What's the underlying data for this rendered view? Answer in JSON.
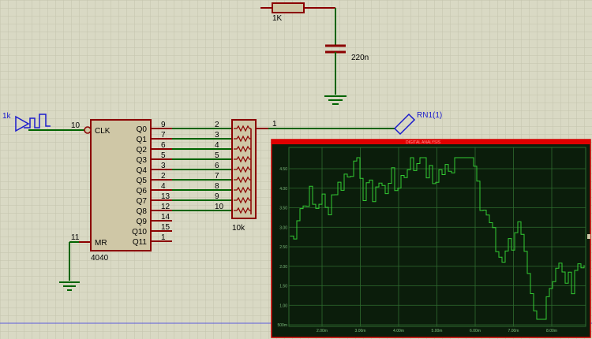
{
  "resistor_top": {
    "label": "1K"
  },
  "capacitor": {
    "label": "220n"
  },
  "generator": {
    "label": "1k"
  },
  "chip": {
    "name": "4040",
    "inputs": [
      {
        "pin": "10",
        "name": "CLK"
      },
      {
        "pin": "11",
        "name": "MR"
      }
    ],
    "outputs": [
      {
        "name": "Q0",
        "pin": "9"
      },
      {
        "name": "Q1",
        "pin": "7"
      },
      {
        "name": "Q2",
        "pin": "6"
      },
      {
        "name": "Q3",
        "pin": "5"
      },
      {
        "name": "Q4",
        "pin": "3"
      },
      {
        "name": "Q5",
        "pin": "2"
      },
      {
        "name": "Q6",
        "pin": "4"
      },
      {
        "name": "Q7",
        "pin": "13"
      },
      {
        "name": "Q8",
        "pin": "12"
      },
      {
        "name": "Q9",
        "pin": "14"
      },
      {
        "name": "Q10",
        "pin": "15"
      },
      {
        "name": "Q11",
        "pin": "1"
      }
    ]
  },
  "resistor_network": {
    "label": "10k",
    "pins": [
      "2",
      "3",
      "4",
      "5",
      "6",
      "7",
      "8",
      "9",
      "10"
    ],
    "common_pin": "1"
  },
  "probe": {
    "label": "RN1(1)"
  },
  "graph": {
    "title": "DIGITAL ANALYSIS",
    "y_ticks": [
      "4.50",
      "4.00",
      "3.50",
      "3.00",
      "2.50",
      "2.00",
      "1.50",
      "1.00",
      "500m"
    ],
    "x_ticks": [
      "2.00m",
      "3.00m",
      "4.00m",
      "5.00m",
      "6.00m",
      "7.00m",
      "8.00m"
    ],
    "colors": {
      "background": "#0b1d0b",
      "trace": "#33cc33",
      "grid": "#2f6b2f",
      "header": "#e00000"
    }
  }
}
